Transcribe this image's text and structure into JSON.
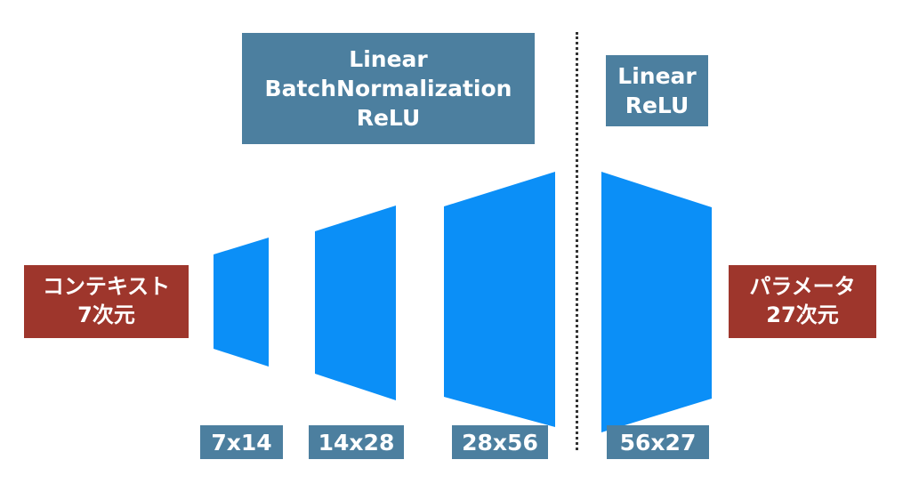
{
  "encoder_ops": [
    "Linear",
    "BatchNormalization",
    "ReLU"
  ],
  "decoder_ops": [
    "Linear",
    "ReLU"
  ],
  "input_label": [
    "コンテキスト",
    "7次元"
  ],
  "output_label": [
    "パラメータ",
    "27次元"
  ],
  "layer_sizes": [
    "7x14",
    "14x28",
    "28x56",
    "56x27"
  ],
  "colors": {
    "layer_fill": "#0b8ff7",
    "label_box": "#4c7f9f",
    "io_box": "#9e362c"
  }
}
